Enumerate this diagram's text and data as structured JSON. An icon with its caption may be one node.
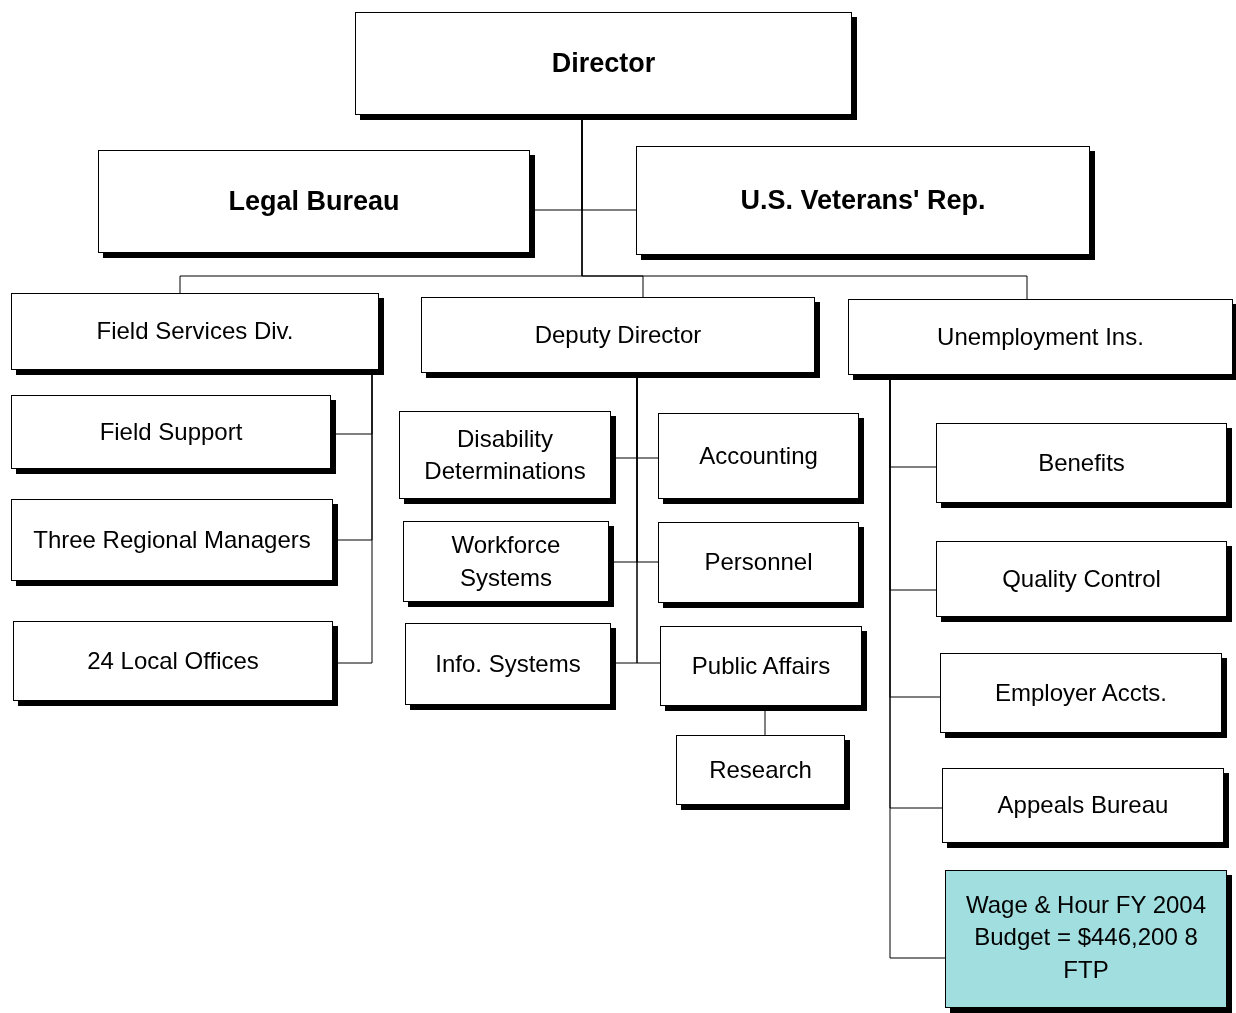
{
  "diagram": {
    "nodes": [
      {
        "text": [
          "Director"
        ]
      },
      {
        "text": [
          "Legal Bureau"
        ]
      },
      {
        "text": [
          "U.S. Veterans' Rep."
        ]
      },
      {
        "text": [
          "Field Services Div."
        ]
      },
      {
        "text": [
          "Deputy Director"
        ]
      },
      {
        "text": [
          "Unemployment Ins."
        ]
      },
      {
        "text": [
          "Field Support"
        ]
      },
      {
        "text": [
          "Three Regional Managers"
        ]
      },
      {
        "text": [
          "24 Local Offices"
        ]
      },
      {
        "text": [
          "Disability Determinations"
        ]
      },
      {
        "text": [
          "Accounting"
        ]
      },
      {
        "text": [
          "Workforce Systems"
        ]
      },
      {
        "text": [
          "Personnel"
        ]
      },
      {
        "text": [
          "Info. Systems"
        ]
      },
      {
        "text": [
          "Public Affairs"
        ]
      },
      {
        "text": [
          "Research"
        ]
      },
      {
        "text": [
          "Benefits"
        ]
      },
      {
        "text": [
          "Quality Control"
        ]
      },
      {
        "text": [
          "Employer Accts."
        ]
      },
      {
        "text": [
          "Appeals Bureau"
        ]
      },
      {
        "text": [
          "Wage & Hour FY 2004 Budget = $446,200 8 FTP"
        ]
      }
    ],
    "edges": [
      {
        "from": 0,
        "to": 1,
        "arrow": "none"
      },
      {
        "from": 0,
        "to": 2,
        "arrow": "none"
      },
      {
        "from": 0,
        "to": 3,
        "arrow": "none"
      },
      {
        "from": 0,
        "to": 4,
        "arrow": "none"
      },
      {
        "from": 0,
        "to": 5,
        "arrow": "none"
      },
      {
        "from": 3,
        "to": 6,
        "arrow": "none"
      },
      {
        "from": 3,
        "to": 7,
        "arrow": "none"
      },
      {
        "from": 3,
        "to": 8,
        "arrow": "none"
      },
      {
        "from": 4,
        "to": 9,
        "arrow": "none"
      },
      {
        "from": 4,
        "to": 10,
        "arrow": "none"
      },
      {
        "from": 4,
        "to": 11,
        "arrow": "none"
      },
      {
        "from": 4,
        "to": 12,
        "arrow": "none"
      },
      {
        "from": 4,
        "to": 13,
        "arrow": "none"
      },
      {
        "from": 4,
        "to": 14,
        "arrow": "none"
      },
      {
        "from": 14,
        "to": 15,
        "arrow": "none"
      },
      {
        "from": 5,
        "to": 16,
        "arrow": "none"
      },
      {
        "from": 5,
        "to": 17,
        "arrow": "none"
      },
      {
        "from": 5,
        "to": 18,
        "arrow": "none"
      },
      {
        "from": 5,
        "to": 19,
        "arrow": "none"
      },
      {
        "from": 5,
        "to": 20,
        "arrow": "none"
      }
    ]
  }
}
